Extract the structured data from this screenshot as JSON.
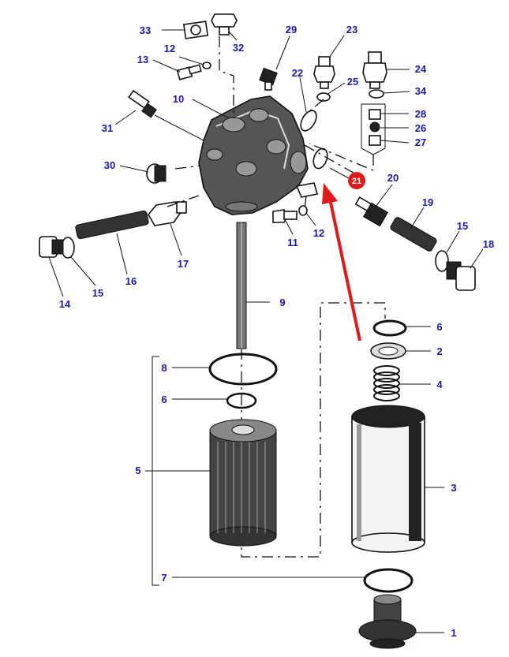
{
  "diagram": {
    "label_color": "#1a1aa6",
    "highlight_color": "#e01a1a",
    "labels": {
      "l1": "1",
      "l2a": "2",
      "l3": "3",
      "l4": "4",
      "l5": "5",
      "l6a": "6",
      "l6b": "6",
      "l7": "7",
      "l8": "8",
      "l9": "9",
      "l10": "10",
      "l11": "11",
      "l12a": "12",
      "l12b": "12",
      "l13": "13",
      "l14": "14",
      "l15a": "15",
      "l15b": "15",
      "l16": "16",
      "l17": "17",
      "l18": "18",
      "l19": "19",
      "l20": "20",
      "l22": "22",
      "l23": "23",
      "l24": "24",
      "l25": "25",
      "l26": "26",
      "l27": "27",
      "l28": "28",
      "l29": "29",
      "l30": "30",
      "l31": "31",
      "l32": "32",
      "l33": "33",
      "l34": "34"
    },
    "highlight_badge": "21"
  }
}
